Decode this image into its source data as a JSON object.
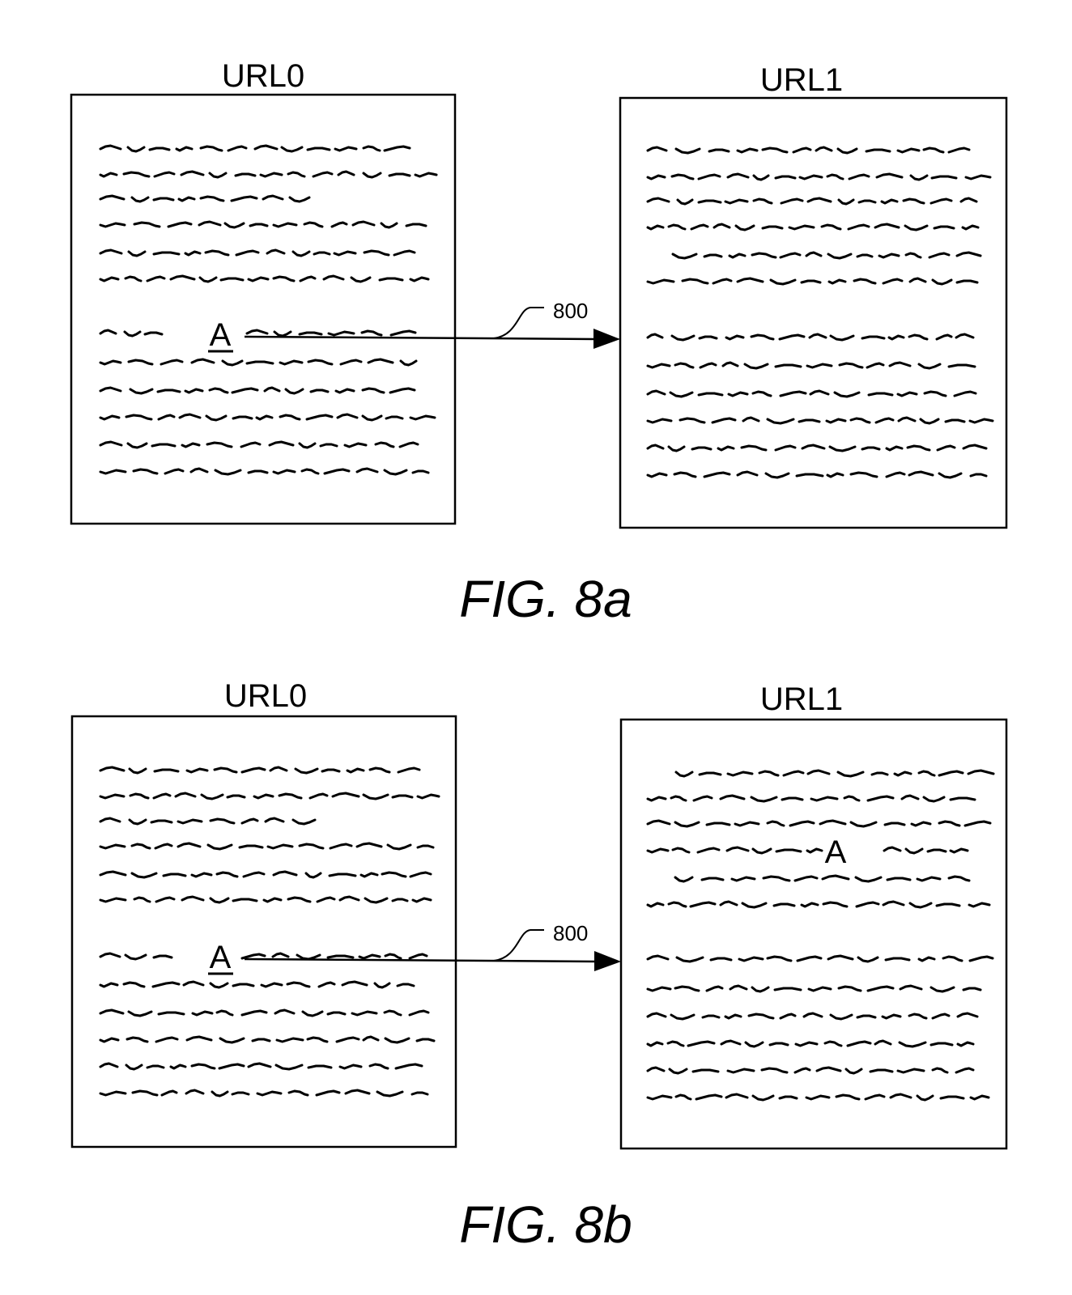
{
  "figures": [
    {
      "caption": "FIG. 8a",
      "source_page": {
        "title": "URL0",
        "anchor": "A"
      },
      "target_page": {
        "title": "URL1",
        "anchor": ""
      },
      "link": {
        "reference": "800"
      }
    },
    {
      "caption": "FIG. 8b",
      "source_page": {
        "title": "URL0",
        "anchor": "A"
      },
      "target_page": {
        "title": "URL1",
        "anchor": "A"
      },
      "link": {
        "reference": "800"
      }
    }
  ],
  "colors": {
    "ink": "#000000",
    "paper": "#ffffff"
  },
  "icons": {
    "text_placeholder": "squiggle-line",
    "link_arrow": "arrow-right"
  }
}
